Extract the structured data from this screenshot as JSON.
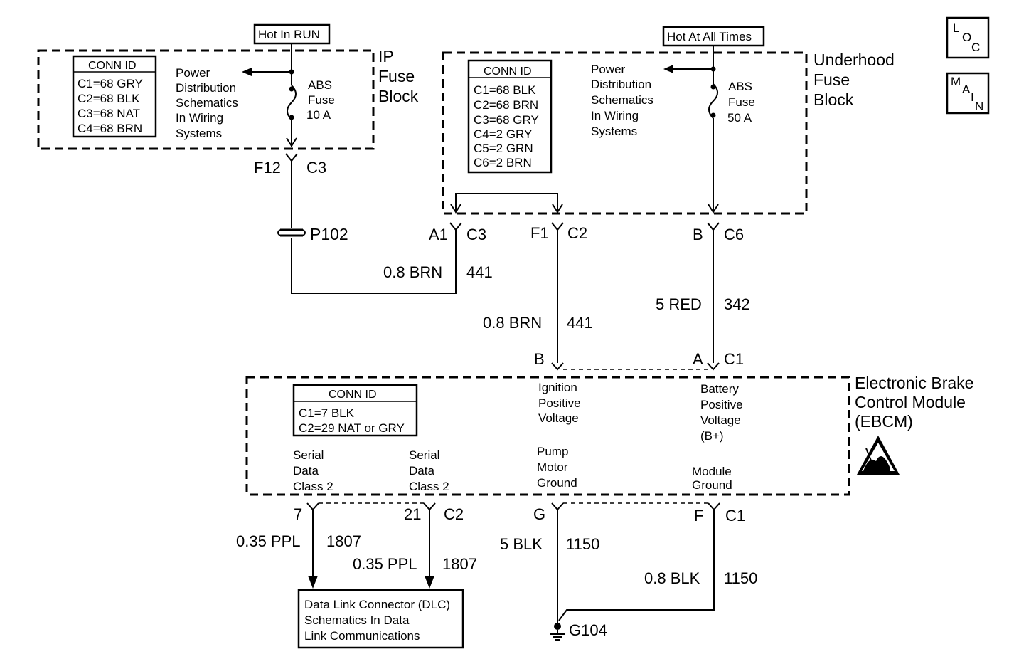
{
  "power": {
    "hot_in_run": "Hot In RUN",
    "hot_at_all_times": "Hot At All Times"
  },
  "ip_fuse_block": {
    "name_lines": [
      "IP",
      "Fuse",
      "Block"
    ],
    "conn_id_title": "CONN ID",
    "conn_ids": [
      "C1=68 GRY",
      "C2=68 BLK",
      "C3=68 NAT",
      "C4=68 BRN"
    ],
    "ref_lines": [
      "Power",
      "Distribution",
      "Schematics",
      "In Wiring",
      "Systems"
    ],
    "fuse_lines": [
      "ABS",
      "Fuse",
      "10 A"
    ],
    "pin": "F12",
    "connector": "C3"
  },
  "underhood_fuse_block": {
    "name_lines": [
      "Underhood",
      "Fuse",
      "Block"
    ],
    "conn_id_title": "CONN ID",
    "conn_ids": [
      "C1=68 BLK",
      "C2=68 BRN",
      "C3=68 GRY",
      "C4=2 GRY",
      "C5=2 GRN",
      "C6=2 BRN"
    ],
    "ref_lines": [
      "Power",
      "Distribution",
      "Schematics",
      "In Wiring",
      "Systems"
    ],
    "fuse_lines": [
      "ABS",
      "Fuse",
      "50 A"
    ],
    "pin_a1": "A1",
    "conn_c3": "C3",
    "pin_f1": "F1",
    "conn_c2": "C2",
    "pin_b": "B",
    "conn_c6": "C6"
  },
  "splice": {
    "label": "P102"
  },
  "wires": {
    "w1_gauge_color": "0.8 BRN",
    "w1_circuit": "441",
    "w2_gauge_color": "0.8 BRN",
    "w2_circuit": "441",
    "w3_gauge_color": "5 RED",
    "w3_circuit": "342",
    "w4_gauge_color": "0.35 PPL",
    "w4_circuit": "1807",
    "w5_gauge_color": "0.35 PPL",
    "w5_circuit": "1807",
    "w6_gauge_color": "5 BLK",
    "w6_circuit": "1150",
    "w7_gauge_color": "0.8 BLK",
    "w7_circuit": "1150"
  },
  "ebcm": {
    "name_lines": [
      "Electronic Brake",
      "Control Module",
      "(EBCM)"
    ],
    "conn_id_title": "CONN ID",
    "conn_ids": [
      "C1=7 BLK",
      "C2=29 NAT or GRY"
    ],
    "pin_b": "B",
    "pin_a": "A",
    "conn_c1_top": "C1",
    "ignition_lines": [
      "Ignition",
      "Positive",
      "Voltage"
    ],
    "battery_lines": [
      "Battery",
      "Positive",
      "Voltage",
      "(B+)"
    ],
    "serial1_lines": [
      "Serial",
      "Data",
      "Class 2"
    ],
    "serial2_lines": [
      "Serial",
      "Data",
      "Class 2"
    ],
    "pump_lines": [
      "Pump",
      "Motor",
      "Ground"
    ],
    "module_ground_lines": [
      "Module",
      "Ground"
    ],
    "pin_7": "7",
    "pin_21": "21",
    "conn_c2": "C2",
    "pin_g": "G",
    "pin_f": "F",
    "conn_c1_bottom": "C1"
  },
  "dlc": {
    "lines": [
      "Data Link Connector (DLC)",
      "Schematics In Data",
      "Link Communications"
    ]
  },
  "ground": {
    "label": "G104"
  },
  "nav": {
    "loc_letters": [
      "L",
      "O",
      "C"
    ],
    "main_letters": [
      "M",
      "A",
      "I",
      "N"
    ]
  }
}
